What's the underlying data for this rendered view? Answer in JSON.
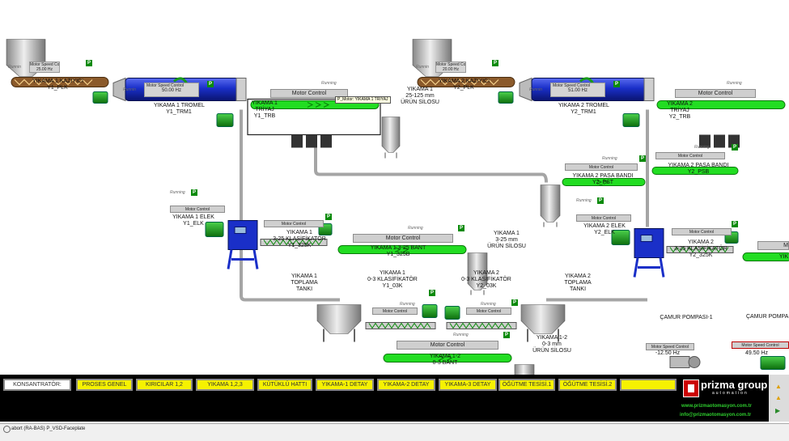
{
  "plant": {
    "y1_crusher": {
      "title": "YIKAMA 1 KAZIYICI",
      "tag": "Y1_PLK",
      "speed_label": "Motor Speed Control",
      "speed_value": "25.00",
      "unit": "Hz",
      "status": "Runnin"
    },
    "y1_trommel": {
      "title": "YIKAMA 1 TROMEL",
      "tag": "Y1_TRM1",
      "speed_label": "Motor Speed Control",
      "speed_value": "50.00 Hz",
      "status": "Runnin"
    },
    "y1_triyaj": {
      "title": "YIKAMA 1\nTRİYAJ",
      "tag": "Y1_TRB",
      "status": "Running",
      "control": "Motor Control",
      "tooltip": "P_Motor: YIKAMA 1 TRIYAJ"
    },
    "y1_silo": {
      "title": "YIKAMA 1\n25-125 mm\nÜRÜN SİLOSU"
    },
    "y2_crusher": {
      "title": "YIKAMA 2 KAZIYICI",
      "tag": "Y2_PLK",
      "speed_label": "Motor Speed Control",
      "speed_value": "20.00",
      "unit": "Hz",
      "status": "Runnin"
    },
    "y2_trommel": {
      "title": "YIKAMA 2 TROMEL",
      "tag": "Y2_TRM1",
      "speed_label": "Motor Speed Control",
      "speed_value": "51.00 Hz",
      "status": "Runnin"
    },
    "y2_triyaj": {
      "title": "YIKAMA 2\nTRİYAJ",
      "tag": "Y2_TRB",
      "status": "Running",
      "control": "Motor Control"
    },
    "y2_pasa_band": {
      "title": "YIKAMA 2 PASA BANDI",
      "tag": "Y2_PSB",
      "status": "Running",
      "control": "Motor Control"
    },
    "y2_pst": {
      "title": "YIKAMA 2 PASA BANDI",
      "tag": "Y2_PST",
      "status": "Running",
      "control": "Motor Control"
    },
    "y1_elevator": {
      "title": "YIKAMA 1 ELEK",
      "tag": "Y1_ELK",
      "status": "Running",
      "control": "Motor Control"
    },
    "y1_classifier": {
      "title": "YIKAMA 1\n3-25 KLASİFİKATÖR",
      "tag": "Y1_325K",
      "control": "Motor Control"
    },
    "y1_325_band": {
      "title": "YIKAMA 1 3-25 BANT",
      "tag": "Y1_325B",
      "status": "Running",
      "control": "Motor Control"
    },
    "y1_325_silo": {
      "title": "YIKAMA 1\n3-25 mm\nÜRÜN SİLOSU"
    },
    "y2_elevator": {
      "title": "YIKAMA 2 ELEK",
      "tag": "Y2_ELK",
      "status": "Running",
      "control": "Motor Control"
    },
    "y2_classifier": {
      "title": "YIKAMA 2\n3-25 KLASİFİKATÖR",
      "tag": "Y2_325K",
      "control": "Motor Control"
    },
    "y2_325_band": {
      "title": "YIK",
      "control": "M"
    },
    "y1_tank": {
      "title": "YIKAMA 1\nTOPLAMA\nTANKI"
    },
    "y2_tank": {
      "title": "YIKAMA 2\nTOPLAMA\nTANKI"
    },
    "y1_03k": {
      "title": "YIKAMA 1\n0-3 KLASİFİKATÖR",
      "tag": "Y1_03K",
      "status": "Running",
      "control": "Motor Control"
    },
    "y2_03k": {
      "title": "YIKAMA 2\n0-3 KLASİFİKATÖR",
      "tag": "Y2_03K",
      "status": "Running",
      "control": "Motor Control"
    },
    "band_12": {
      "title": "YIKAMA 1-2\n0-3 BANT",
      "status": "Running",
      "control": "Motor Control"
    },
    "silo_12": {
      "title": "YIKAMA 1-2\n0-3 mm\nÜRÜN SİLOSU"
    },
    "mud_pump1": {
      "title": "ÇAMUR POMPASI-1",
      "control": "Motor Speed Control",
      "value": "-12.50 Hz"
    },
    "mud_pump2": {
      "title": "ÇAMUR POMPA",
      "control": "Motor Speed Control",
      "value": "49.50 Hz"
    },
    "p_badge": "P"
  },
  "nav": {
    "title": "KONSANTRATÖR:",
    "buttons": [
      "PROSES GENEL",
      "KIRICILAR 1,2",
      "YIKAMA 1,2,3",
      "KÜTÜKLÜ HATTI",
      "YIKAMA-1 DETAY",
      "YIKAMA-2 DETAY",
      "YIKAMA-3 DETAY",
      "ÖĞÜTME TESİSİ.1",
      "ÖĞÜTME TESİSİ.2"
    ]
  },
  "brand": {
    "name": "prizma group",
    "sub": "automation",
    "web": "www.prizmaotomasyon.com.tr",
    "mail": "info@prizmaotomasyon.com.tr"
  },
  "status": {
    "text": "abort (RA-BAS) P_VSD-Faceplate"
  },
  "colors": {
    "nav_button": "#f6f200",
    "conveyor": "#22dd22",
    "trommel": "#1a2fc8",
    "motor": "#22aa22",
    "pipe": "#9a9a9a"
  }
}
